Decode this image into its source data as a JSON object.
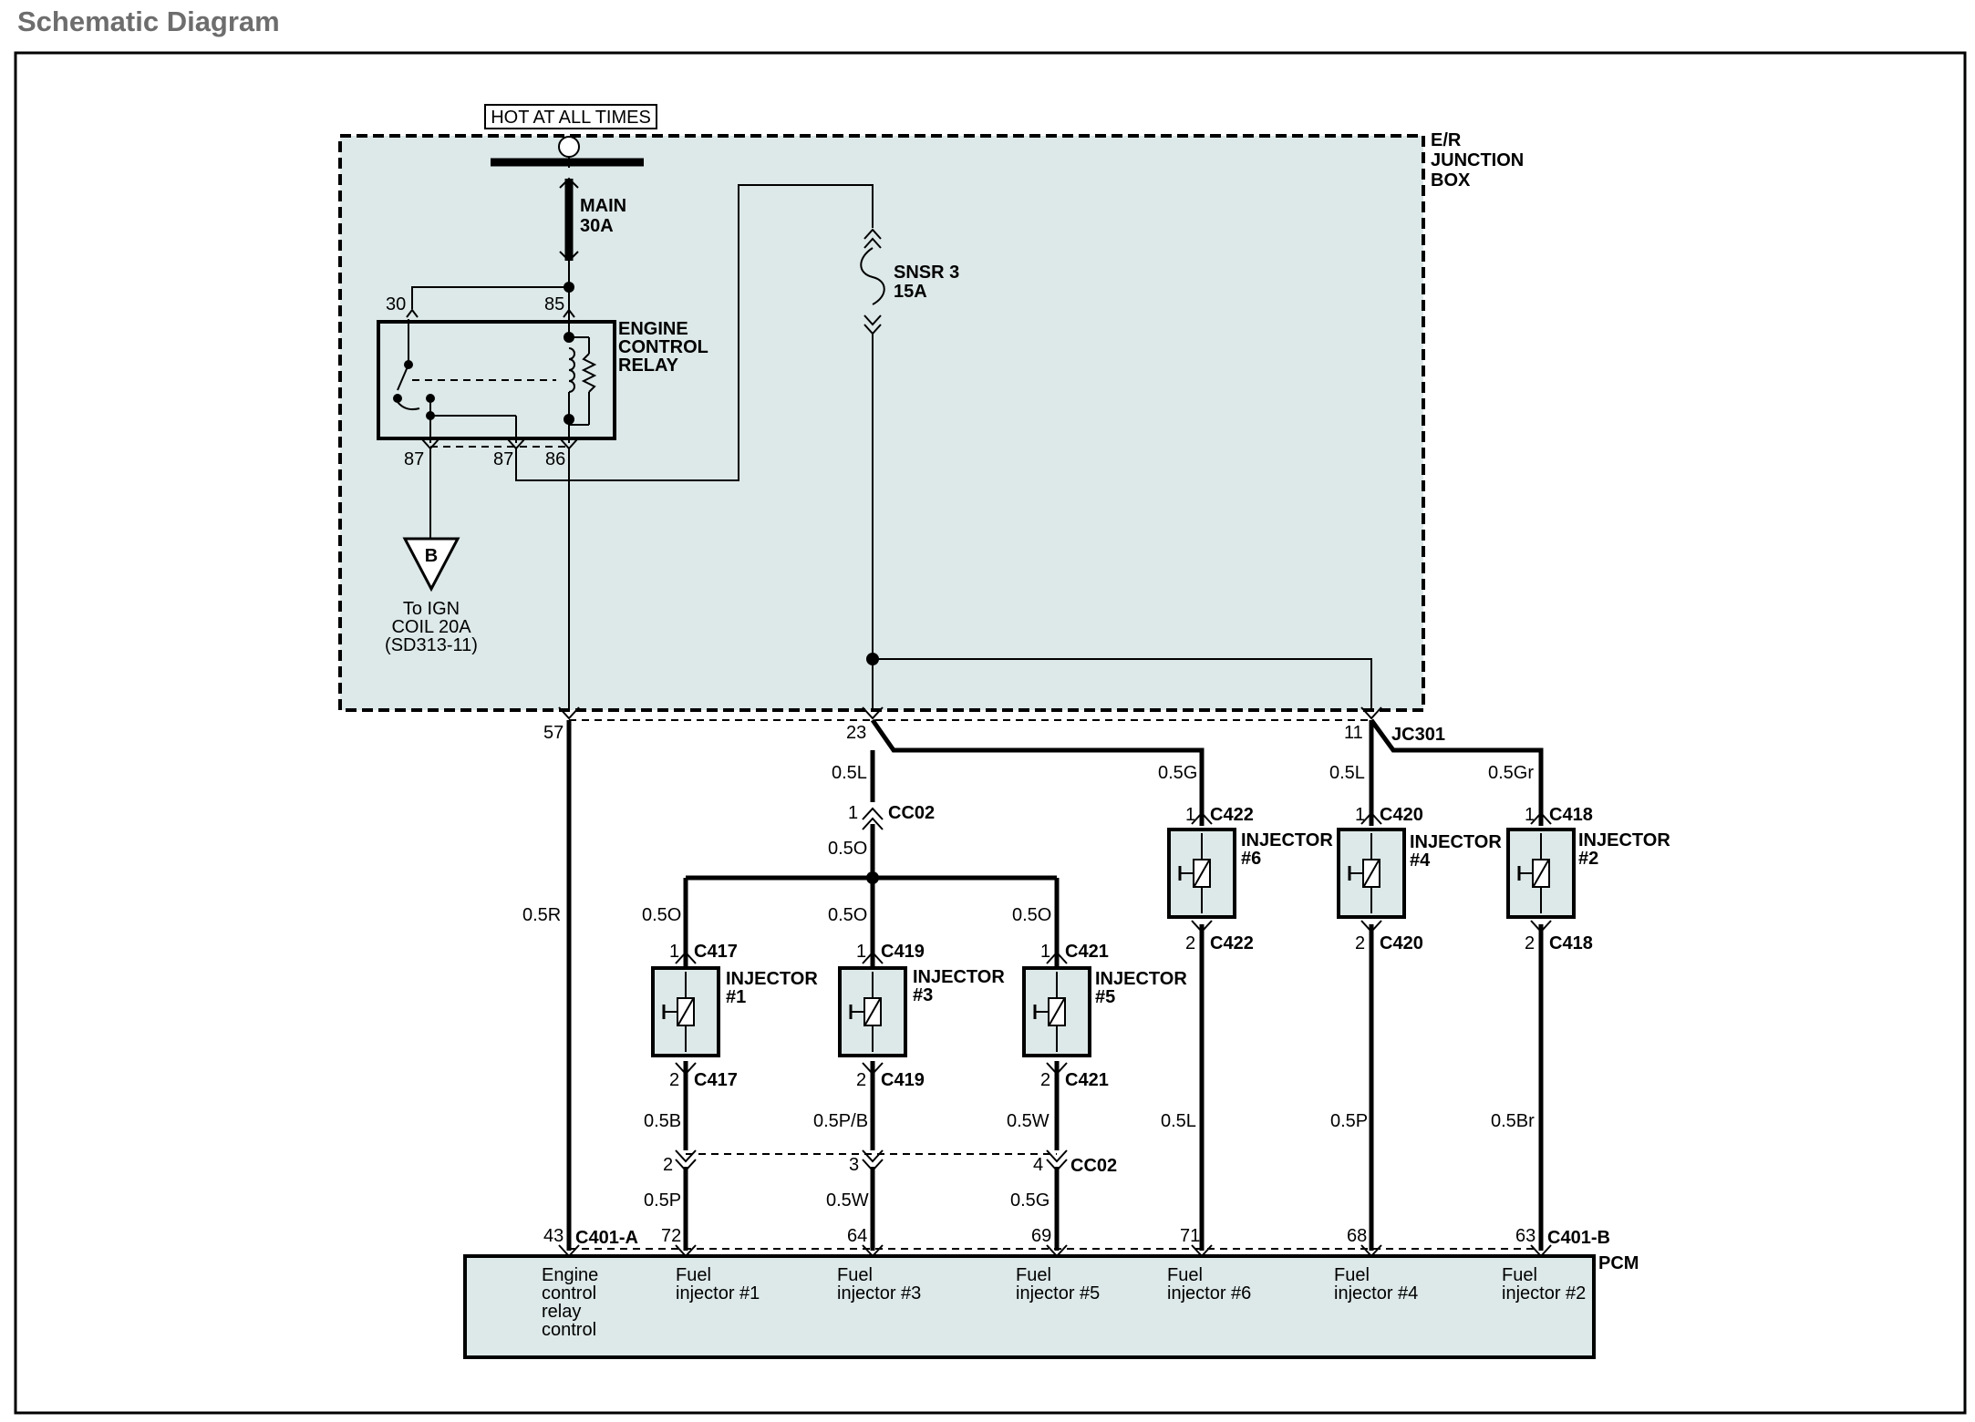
{
  "title": "Schematic Diagram",
  "power": {
    "hot_label": "HOT AT ALL TIMES",
    "main_fuse": [
      "MAIN",
      "30A"
    ],
    "snsr_fuse": [
      "SNSR  3",
      "15A"
    ]
  },
  "junction_box": [
    "E/R",
    "JUNCTION",
    "BOX"
  ],
  "relay": {
    "name": [
      "ENGINE",
      "CONTROL",
      "RELAY"
    ],
    "pin_30": "30",
    "pin_85": "85",
    "pin_87a": "87",
    "pin_87b": "87",
    "pin_86": "86"
  },
  "ign_ref": {
    "symbol": "B",
    "text": [
      "To IGN",
      "COIL 20A",
      "(SD313-11)"
    ]
  },
  "connectors": {
    "jb_pin_57": "57",
    "jb_pin_23": "23",
    "jb_pin_11": "11",
    "jc301": "JC301",
    "cc02": "CC02",
    "cc02_pin1": "1",
    "cc02_pin2": "2",
    "cc02_pin3": "3",
    "cc02_pin4": "4",
    "c401a": "C401-A",
    "c401b": "C401-B",
    "pcm": "PCM",
    "pcm_pin_43": "43",
    "pcm_pin_72": "72",
    "pcm_pin_64": "64",
    "pcm_pin_69": "69",
    "pcm_pin_71": "71",
    "pcm_pin_68": "68",
    "pcm_pin_63": "63"
  },
  "wires": {
    "w_57": "0.5R",
    "w_23": "0.5L",
    "w_cc02": "0.5O",
    "w_inj1_top": "0.5O",
    "w_inj3_top": "0.5O",
    "w_inj5_top": "0.5O",
    "w_inj6_top": "0.5G",
    "w_inj4_top": "0.5L",
    "w_inj2_top": "0.5Gr",
    "w_inj1_bot": "0.5B",
    "w_inj3_bot": "0.5P/B",
    "w_inj5_bot": "0.5W",
    "w_inj6_bot": "0.5L",
    "w_inj4_bot": "0.5P",
    "w_inj2_bot": "0.5Br",
    "w_pcm72": "0.5P",
    "w_pcm64": "0.5W",
    "w_pcm69": "0.5G"
  },
  "injectors": [
    {
      "name": "INJECTOR",
      "num": "#1",
      "conn": "C417",
      "pin1": "1",
      "pin2": "2"
    },
    {
      "name": "INJECTOR",
      "num": "#3",
      "conn": "C419",
      "pin1": "1",
      "pin2": "2"
    },
    {
      "name": "INJECTOR",
      "num": "#5",
      "conn": "C421",
      "pin1": "1",
      "pin2": "2"
    },
    {
      "name": "INJECTOR",
      "num": "#6",
      "conn": "C422",
      "pin1": "1",
      "pin2": "2"
    },
    {
      "name": "INJECTOR",
      "num": "#4",
      "conn": "C420",
      "pin1": "1",
      "pin2": "2"
    },
    {
      "name": "INJECTOR",
      "num": "#2",
      "conn": "C418",
      "pin1": "1",
      "pin2": "2"
    }
  ],
  "pcm_functions": [
    [
      "Engine",
      "control",
      "relay",
      "control"
    ],
    [
      "Fuel",
      "injector #1"
    ],
    [
      "Fuel",
      "injector #3"
    ],
    [
      "Fuel",
      "injector #5"
    ],
    [
      "Fuel",
      "injector #6"
    ],
    [
      "Fuel",
      "injector #4"
    ],
    [
      "Fuel",
      "injector #2"
    ]
  ],
  "colors": {
    "box_fill": "#dde8e8",
    "line": "#000000",
    "title": "#6d6d6d"
  }
}
